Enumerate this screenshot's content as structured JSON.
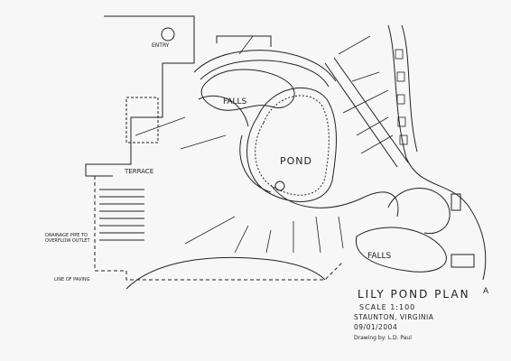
{
  "drawing": {
    "title": "LILY POND PLAN",
    "revision_mark": "A",
    "scale": "SCALE 1:100",
    "location": "STAUNTON, VIRGINIA",
    "date": "09/01/2004",
    "drawn_by": "Drawing by: L.D. Paul",
    "stroke_color": "#222222",
    "paper_color": "#f7f7f7"
  },
  "features": {
    "pond_label": "POND",
    "falls_upper": "FALLS",
    "falls_lower": "FALLS",
    "terrace_label": "TERRACE",
    "entry_label": "ENTRY"
  },
  "notes": {
    "table_note": "DRAINAGE PIPE TO\nOVERFLOW OUTLET",
    "lower_note": "LINE OF PAVING"
  }
}
